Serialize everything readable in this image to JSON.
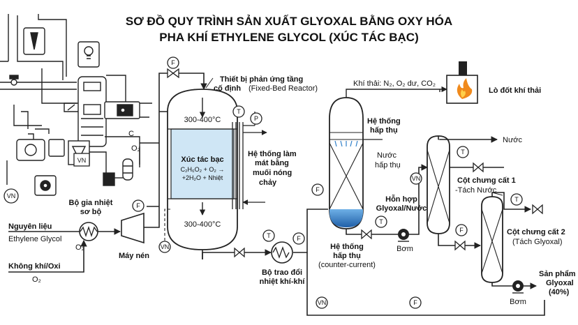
{
  "title": {
    "line1": "SƠ ĐỒ QUY TRÌNH SẢN XUẤT GLYOXAL BẰNG OXY HÓA",
    "line2": "PHA KHÍ ETHYLENE GLYCOL (XÚC TÁC BẠC)"
  },
  "feed": {
    "raw_title": "Nguyên liệu",
    "raw_sub": "Ethylene Glycol",
    "air_title": "Không khí/Oxi",
    "air_sub": "O₂",
    "o2_label": "O₂",
    "o2_label_2": "O₂"
  },
  "preheater": {
    "line1": "Bộ gia nhiệt",
    "line2": "sơ bộ"
  },
  "compressor": {
    "label": "Máy nén"
  },
  "reactor": {
    "title1": "Thiết bị phản ứng tầng",
    "title2a": "cố định",
    "title2b": "(Fixed-Bed Reactor)",
    "temp_top": "300-400°C",
    "temp_bottom": "300-400°C",
    "catalyst_title": "Xúc tác bạc",
    "eq1": "C₂H₆O₂ + O₂ →",
    "eq2": "+2H₂O + Nhiệt"
  },
  "cooling": {
    "line1": "Hệ thống làm",
    "line2": "mát bằng",
    "line3": "muối nóng",
    "line4": "chảy"
  },
  "heat_exchanger": {
    "line1": "Bộ trao đổi",
    "line2": "nhiệt khí-khí"
  },
  "absorber": {
    "title1": "Hệ thống",
    "title2": "hấp thụ",
    "water_label1": "Nước",
    "water_label2": "hấp thụ",
    "bottom1": "Hệ thống",
    "bottom2": "hấp thụ",
    "bottom3": "(counter-current)"
  },
  "offgas": {
    "label": "Khí thải: N₂, O₂ dư, CO₂",
    "incinerator": "Lò đốt khí thải"
  },
  "mixture": {
    "line1": "Hỗn hợp",
    "line2": "Glyoxal/Nước"
  },
  "pump1": {
    "label": "Bơm"
  },
  "pump2": {
    "label": "Bơm"
  },
  "column1": {
    "title": "Cột chưng cất 1",
    "sub": "-Tách Nước",
    "water_out": "Nước"
  },
  "column2": {
    "title": "Cột chưng cất 2",
    "sub": "(Tách Glyoxal)"
  },
  "product": {
    "line1": "Sản phẩm",
    "line2": "Glyoxal",
    "line3": "(40%)"
  },
  "instruments": {
    "t": "T",
    "f": "F",
    "p": "P",
    "vn": "VN",
    "c": "C"
  },
  "colors": {
    "line": "#222222",
    "catalyst": "#cfe6f5",
    "liquid": "#2f7fc9",
    "flame": "#f08a1c"
  }
}
